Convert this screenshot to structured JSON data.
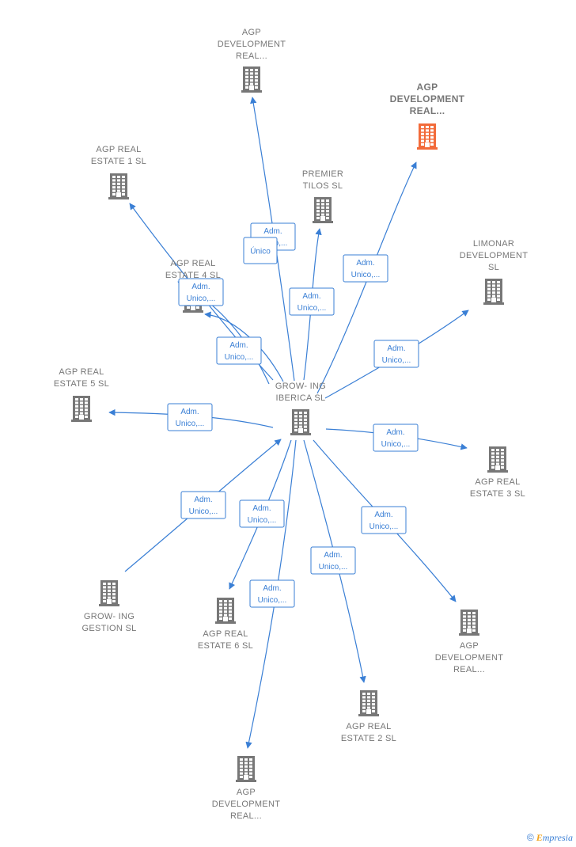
{
  "nodes": [
    {
      "id": "center",
      "lines": [
        "GROW- ING",
        "IBERICA  SL"
      ],
      "label_pos": "above",
      "color": "#777777",
      "highlight": false
    },
    {
      "id": "agpdev_top",
      "lines": [
        "AGP",
        "DEVELOPMENT",
        "REAL..."
      ],
      "label_pos": "above",
      "color": "#777777",
      "highlight": false
    },
    {
      "id": "agpdev_hl",
      "lines": [
        "AGP",
        "DEVELOPMENT",
        "REAL..."
      ],
      "label_pos": "above",
      "color": "#f26b3a",
      "highlight": true
    },
    {
      "id": "agp1",
      "lines": [
        "AGP REAL",
        "ESTATE 1  SL"
      ],
      "label_pos": "above",
      "color": "#777777",
      "highlight": false
    },
    {
      "id": "premier",
      "lines": [
        "PREMIER",
        "TILOS  SL"
      ],
      "label_pos": "above",
      "color": "#777777",
      "highlight": false
    },
    {
      "id": "agp4",
      "lines": [
        "AGP REAL",
        "ESTATE 4  SL"
      ],
      "label_pos": "above",
      "color": "#777777",
      "highlight": false
    },
    {
      "id": "limonar",
      "lines": [
        "LIMONAR",
        "DEVELOPMENT",
        "SL"
      ],
      "label_pos": "above",
      "color": "#777777",
      "highlight": false
    },
    {
      "id": "agp5",
      "lines": [
        "AGP REAL",
        "ESTATE 5  SL"
      ],
      "label_pos": "above",
      "color": "#777777",
      "highlight": false
    },
    {
      "id": "agp3",
      "lines": [
        "AGP REAL",
        "ESTATE 3  SL"
      ],
      "label_pos": "below",
      "color": "#777777",
      "highlight": false
    },
    {
      "id": "growgest",
      "lines": [
        "GROW- ING",
        "GESTION  SL"
      ],
      "label_pos": "below",
      "color": "#777777",
      "highlight": false
    },
    {
      "id": "agp6",
      "lines": [
        "AGP REAL",
        "ESTATE 6  SL"
      ],
      "label_pos": "below",
      "color": "#777777",
      "highlight": false
    },
    {
      "id": "agpdev_br",
      "lines": [
        "AGP",
        "DEVELOPMENT",
        "REAL..."
      ],
      "label_pos": "below",
      "color": "#777777",
      "highlight": false
    },
    {
      "id": "agp2",
      "lines": [
        "AGP REAL",
        "ESTATE 2  SL"
      ],
      "label_pos": "below",
      "color": "#777777",
      "highlight": false
    },
    {
      "id": "agpdev_bot",
      "lines": [
        "AGP",
        "DEVELOPMENT",
        "REAL..."
      ],
      "label_pos": "below",
      "color": "#777777",
      "highlight": false
    }
  ],
  "edges": [
    {
      "id": "e_agpdev_top",
      "lines": [
        "Adm.",
        "Unico,..."
      ]
    },
    {
      "id": "e_agpdev_hl",
      "lines": [
        "Adm.",
        "Unico,..."
      ]
    },
    {
      "id": "e_agp1",
      "lines": [
        "Único"
      ]
    },
    {
      "id": "e_premier",
      "lines": [
        "Adm.",
        "Unico,..."
      ]
    },
    {
      "id": "e_agp4a",
      "lines": [
        "Adm.",
        "Unico,..."
      ]
    },
    {
      "id": "e_agp4b",
      "lines": [
        "Adm.",
        "Unico,..."
      ]
    },
    {
      "id": "e_limonar",
      "lines": [
        "Adm.",
        "Unico,..."
      ]
    },
    {
      "id": "e_agp5",
      "lines": [
        "Adm.",
        "Unico,..."
      ]
    },
    {
      "id": "e_agp3",
      "lines": [
        "Adm.",
        "Unico,..."
      ]
    },
    {
      "id": "e_growgest",
      "lines": [
        "Adm.",
        "Unico,..."
      ]
    },
    {
      "id": "e_agp6",
      "lines": [
        "Adm.",
        "Unico,..."
      ]
    },
    {
      "id": "e_agpdev_br",
      "lines": [
        "Adm.",
        "Unico,..."
      ]
    },
    {
      "id": "e_agp2",
      "lines": [
        "Adm.",
        "Unico,..."
      ]
    },
    {
      "id": "e_agpdev_bot",
      "lines": [
        "Adm.",
        "Unico,..."
      ]
    }
  ],
  "brand": {
    "copyright": "©",
    "name_initial": "E",
    "name_rest": "mpresia"
  }
}
